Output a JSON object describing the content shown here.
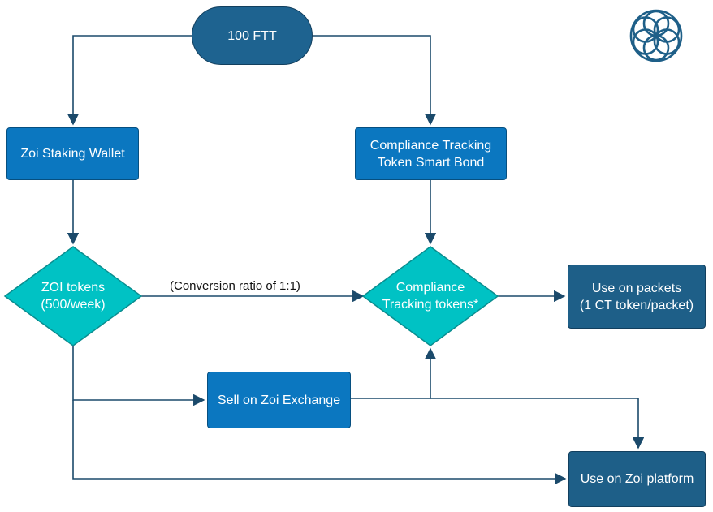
{
  "diagram": {
    "start": "100 FTT",
    "staking_wallet": "Zoi Staking Wallet",
    "ct_bond": [
      "Compliance Tracking",
      "Token Smart Bond"
    ],
    "zoi_tokens": [
      "ZOI tokens",
      "(500/week)"
    ],
    "conversion_label": "(Conversion ratio of 1:1)",
    "ct_tokens": [
      "Compliance",
      "Tracking tokens*"
    ],
    "use_packets": [
      "Use on packets",
      "(1 CT token/packet)"
    ],
    "sell_exchange": "Sell on Zoi Exchange",
    "use_platform": "Use on Zoi platform",
    "logo": "seed-of-life-logo-icon"
  },
  "colors": {
    "box_blue": "#0b77c0",
    "box_navy": "#1e5f88",
    "diamond_teal": "#00c2c4",
    "connector": "#1b4a6b",
    "logo": "#1e5f88"
  }
}
